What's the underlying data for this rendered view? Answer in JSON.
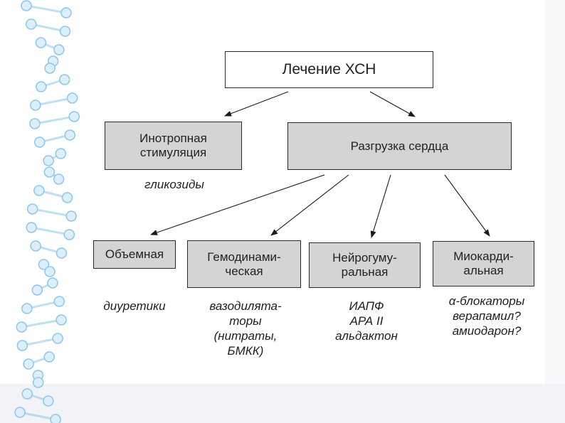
{
  "diagram": {
    "root": "Лечение ХСН",
    "level1": {
      "inotropic": "Инотропная\nстимуляция",
      "unloading": "Разгрузка сердца"
    },
    "inotropic_drugs": "гликозиды",
    "level2": {
      "volume": "Объемная",
      "hemodynamic": "Гемодинами-\nческая",
      "neurohumoral": "Нейрогуму-\nральная",
      "myocardial": "Миокарди-\nальная"
    },
    "drugs": {
      "volume": "диуретики",
      "hemodynamic": "вазодилята-\nторы\n(нитраты,\nБМКК)",
      "neurohumoral": "ИАПФ\nАРА II\nальдактон",
      "myocardial": "α-блокаторы\nверапамил?\nамиодарон?"
    }
  },
  "colors": {
    "box_gray": "#d4d4d4",
    "box_white": "#ffffff",
    "border": "#2a2a2a",
    "dna_blue": "#8ec6ea"
  }
}
